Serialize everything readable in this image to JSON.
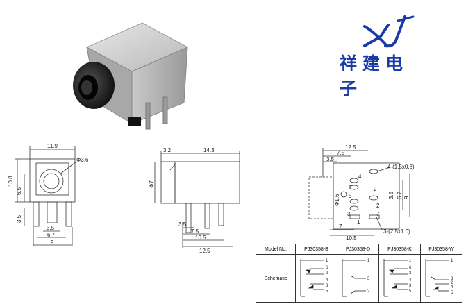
{
  "logo": {
    "latin": "XJ",
    "chinese": "祥建电子",
    "color": "#1a3aa8"
  },
  "front_view": {
    "width": "11.9",
    "height": "10.8",
    "h2": "6.5",
    "h3": "3.5",
    "b1": "3.5",
    "b2": "6.7",
    "b3": "9",
    "hole": "Φ3.6"
  },
  "side_view": {
    "w1": "3.2",
    "w2": "14.3",
    "h": "Φ7",
    "b1": "3.5",
    "b2": "7.5",
    "b3": "10.5",
    "b4": "12.5"
  },
  "pcb_view": {
    "top1": "12.5",
    "top2": "7.5",
    "top3": "3.5",
    "hole1": "4-(1.5x0.8)",
    "hole2": "3-(2.5x1.0)",
    "r1": "2",
    "r2": "3.5",
    "r3": "6.7",
    "r4": "9",
    "l1": "Φ1.6",
    "bottom1": "7",
    "bottom2": "10.5",
    "pins": [
      "4",
      "6",
      "5",
      "2",
      "3",
      "7",
      "1"
    ]
  },
  "table": {
    "header": [
      "Model No.",
      "PJ30358-B",
      "PJ30358-D",
      "PJ30358-K",
      "PJ30358-W"
    ],
    "row_label": "Schematic",
    "pins_b": [
      "1",
      "6",
      "2",
      "4",
      "3",
      "5"
    ],
    "pins_d": [
      "1",
      "3",
      "2"
    ],
    "pins_k": [
      "1",
      "6",
      "2",
      "4",
      "3",
      "5"
    ],
    "pins_w": [
      "1",
      "3",
      "2",
      "4",
      "5"
    ]
  }
}
